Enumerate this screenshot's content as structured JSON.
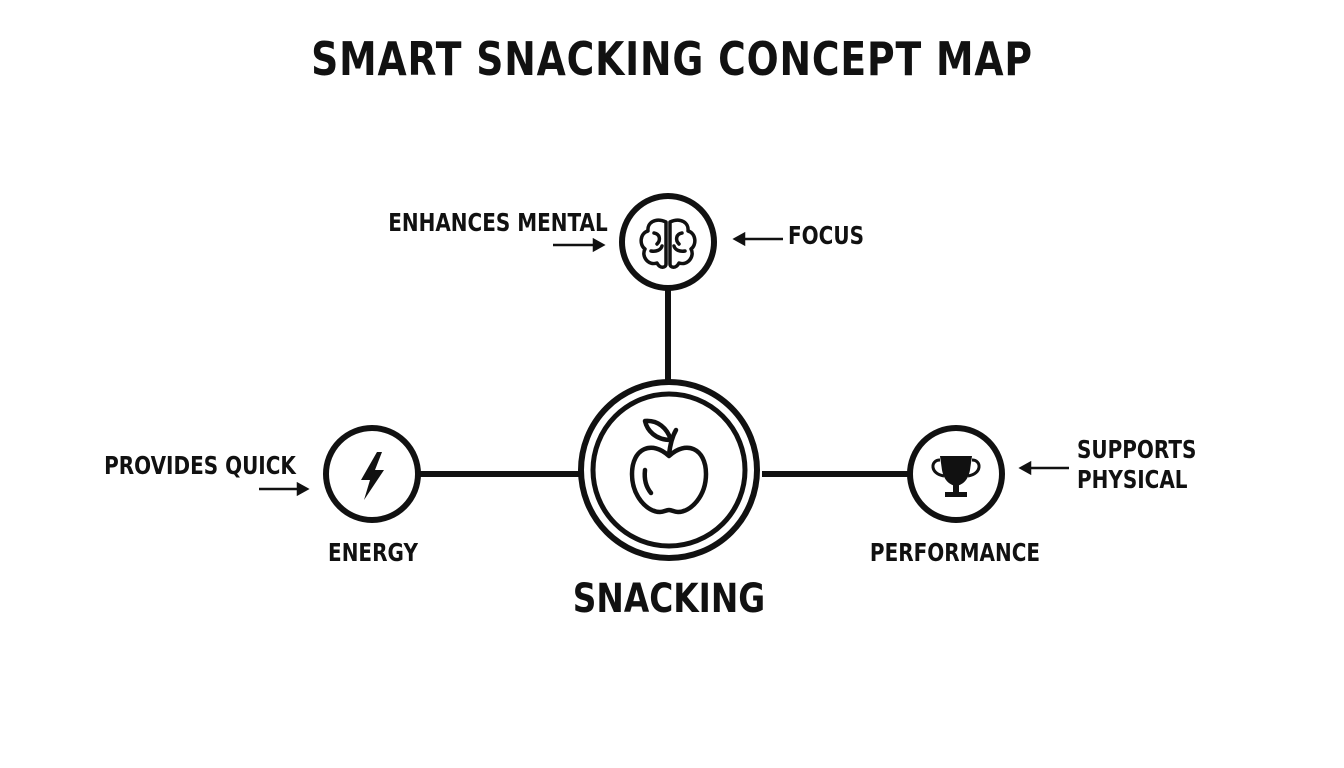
{
  "title": "SMART SNACKING CONCEPT MAP",
  "center": {
    "label": "SNACKING",
    "icon": "apple-icon"
  },
  "nodes": {
    "mental": {
      "icon": "brain-icon",
      "label_left": "ENHANCES MENTAL",
      "label_right": "FOCUS"
    },
    "energy": {
      "icon": "lightning-bolt-icon",
      "label_above": "PROVIDES QUICK",
      "label_below": "ENERGY"
    },
    "physical": {
      "icon": "trophy-icon",
      "label_line1": "SUPPORTS",
      "label_line2": "PHYSICAL",
      "label_below": "PERFORMANCE"
    }
  },
  "colors": {
    "ink": "#111111",
    "background": "#ffffff"
  }
}
